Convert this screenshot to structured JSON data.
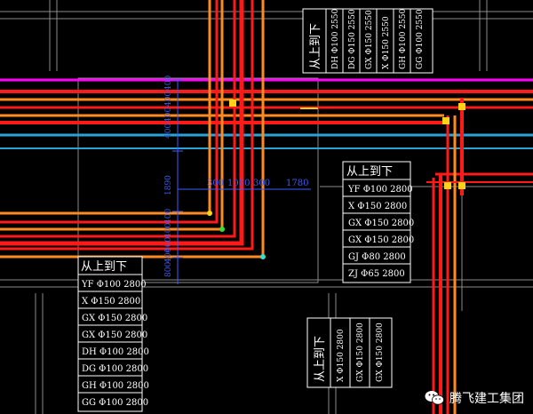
{
  "colors": {
    "background": "#000000",
    "grid": "#8a8a8a",
    "pipe_red": "#ff1a1a",
    "pipe_orange": "#ff8a1f",
    "pipe_magenta": "#ff00ff",
    "pipe_cyan": "#29a3d8",
    "dimension": "#3b5bff",
    "text": "#ffffff",
    "fitting": "#ffd21a"
  },
  "tables": {
    "top_right": {
      "heading": "从上到下",
      "rows": [
        "DH Φ100 2550",
        "DG Φ150 2550",
        "GX Φ150 2550",
        "X Φ150 2550",
        "GH Φ100 2550",
        "GG Φ100 2550"
      ]
    },
    "middle_right": {
      "heading": "从上到下",
      "rows": [
        "YF Φ100 2800",
        "X Φ150 2800",
        "GX Φ150 2800",
        "GX Φ150 2800",
        "GJ Φ80 2800",
        "ZJ Φ65 2800"
      ]
    },
    "bottom_left": {
      "heading": "从上到下",
      "rows": [
        "YF Φ100 2800",
        "X Φ150 2800",
        "GX Φ150 2800",
        "GX Φ150 2800",
        "DH Φ100 2800",
        "DG Φ100 2800",
        "GH Φ100 2800",
        "GG Φ100 2800"
      ]
    },
    "bottom_center": {
      "heading": "从上到下",
      "rows": [
        "X Φ150 2800",
        "GX Φ150 2800",
        "GX Φ150 2800"
      ]
    }
  },
  "dimensions": {
    "horizontal": [
      "300",
      "1000",
      "300",
      "1780"
    ],
    "vertical_upper": [
      "400",
      "400",
      "400",
      "400"
    ],
    "vertical_middle": "1890",
    "vertical_lower": [
      "400",
      "400",
      "460"
    ],
    "vertical_bottom": [
      "800",
      "400"
    ]
  },
  "watermark": {
    "text": "腾飞建工集团",
    "icon": "wechat-icon"
  }
}
